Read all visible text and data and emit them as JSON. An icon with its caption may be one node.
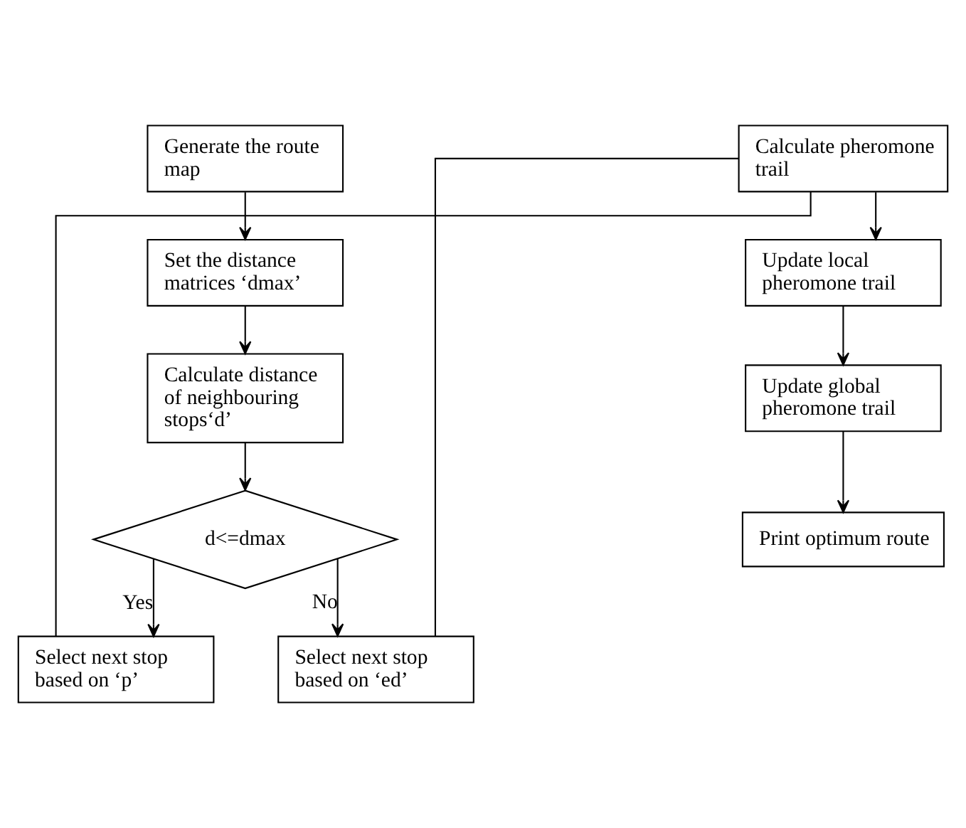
{
  "diagram": {
    "nodes": [
      {
        "text": [
          "Generate the route map"
        ]
      },
      {
        "text": [
          "Set the distance matrices ‘dmax’"
        ]
      },
      {
        "text": [
          "Calculate distance of neighbouring stops‘d’"
        ]
      },
      {
        "text": [
          "d<=dmax"
        ]
      },
      {
        "text": [
          "Select next stop based on ‘p’"
        ]
      },
      {
        "text": [
          "Select next stop based on ‘ed’"
        ]
      },
      {
        "text": [
          "Calculate pheromone trail"
        ]
      },
      {
        "text": [
          "Update local pheromone trail"
        ]
      },
      {
        "text": [
          "Update global pheromone trail"
        ]
      },
      {
        "text": [
          "Print optimum route"
        ]
      }
    ],
    "edges": [
      {
        "from": 0,
        "to": 1,
        "arrow": "to"
      },
      {
        "from": 1,
        "to": 2,
        "arrow": "to"
      },
      {
        "from": 2,
        "to": 3,
        "arrow": "to"
      },
      {
        "from": 3,
        "to": 4,
        "arrow": "to",
        "label": "Yes"
      },
      {
        "from": 3,
        "to": 5,
        "arrow": "to",
        "label": "No"
      },
      {
        "from": 4,
        "to": 6,
        "arrow": "none"
      },
      {
        "from": 5,
        "to": 6,
        "arrow": "none"
      },
      {
        "from": 6,
        "to": 7,
        "arrow": "to"
      },
      {
        "from": 7,
        "to": 8,
        "arrow": "to"
      },
      {
        "from": 8,
        "to": 9,
        "arrow": "to"
      }
    ]
  }
}
